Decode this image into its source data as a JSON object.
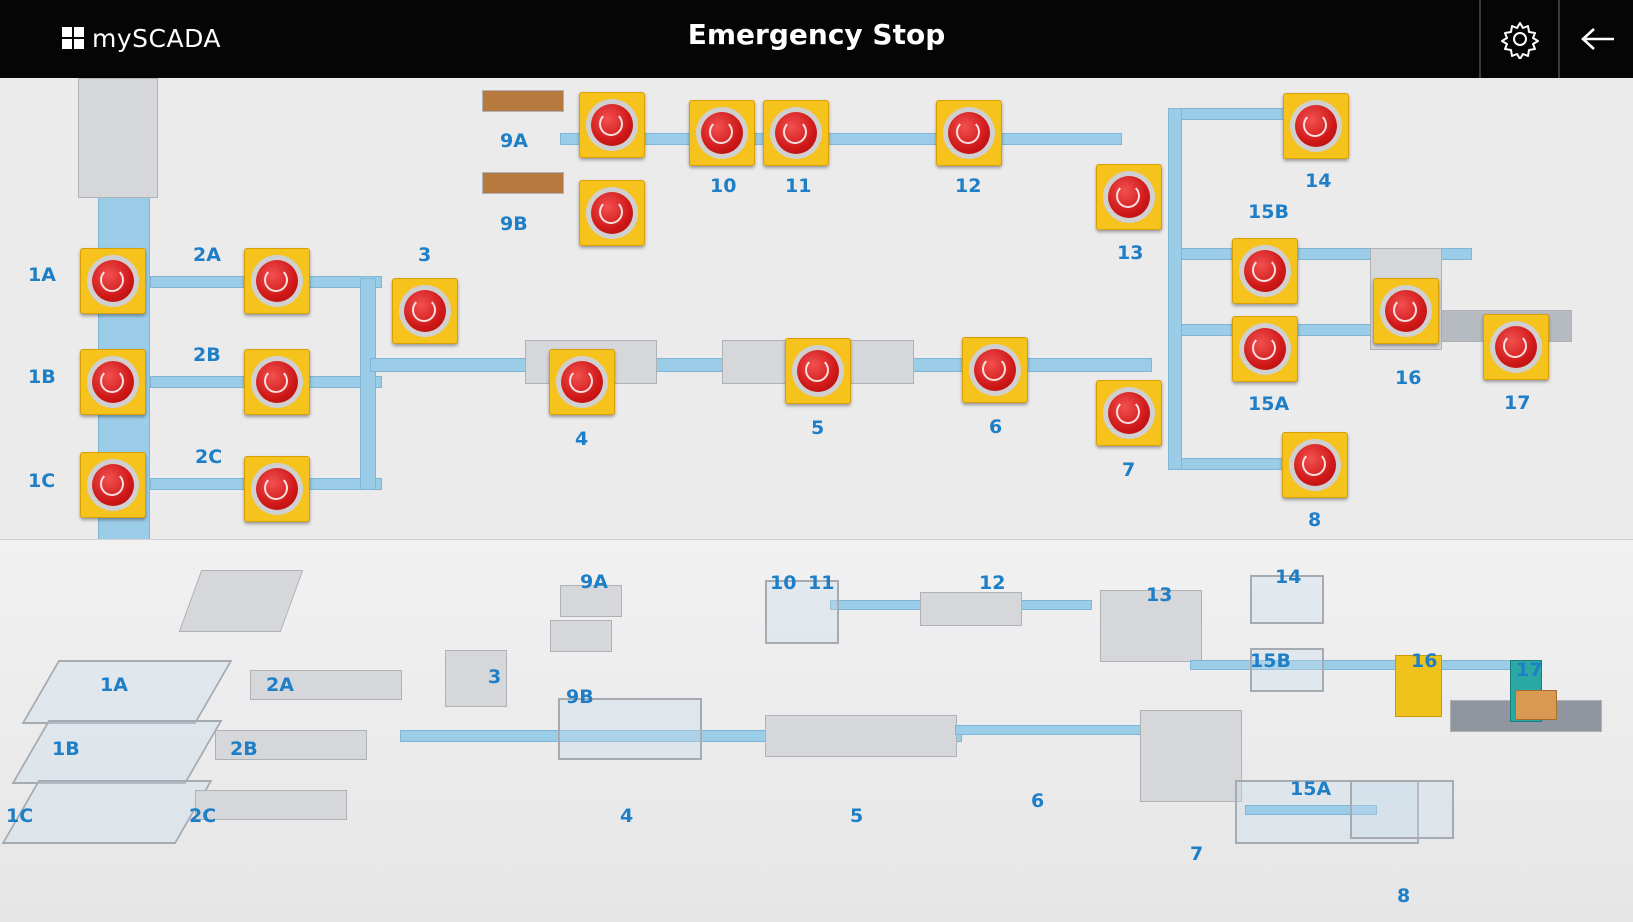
{
  "header": {
    "brand": "mySCADA",
    "title": "Emergency Stop",
    "settings_icon": "gear-icon",
    "back_icon": "arrow-left-icon"
  },
  "colors": {
    "header_bg": "#050505",
    "station_yellow": "#f6c21c",
    "stop_red": "#d01c1c",
    "label_blue": "#1f7fc6",
    "conveyor_blue": "#9ccde8"
  },
  "emergency_stops": [
    {
      "label": "1A"
    },
    {
      "label": "1B"
    },
    {
      "label": "1C"
    },
    {
      "label": "2A"
    },
    {
      "label": "2B"
    },
    {
      "label": "2C"
    },
    {
      "label": "3"
    },
    {
      "label": "4"
    },
    {
      "label": "5"
    },
    {
      "label": "6"
    },
    {
      "label": "7"
    },
    {
      "label": "8"
    },
    {
      "label": "9A"
    },
    {
      "label": "9B"
    },
    {
      "label": "10"
    },
    {
      "label": "11"
    },
    {
      "label": "12"
    },
    {
      "label": "13"
    },
    {
      "label": "14"
    },
    {
      "label": "15A"
    },
    {
      "label": "15B"
    },
    {
      "label": "16"
    },
    {
      "label": "17"
    }
  ],
  "plant_view_labels": [
    "1A",
    "1B",
    "1C",
    "2A",
    "2B",
    "2C",
    "3",
    "4",
    "5",
    "6",
    "7",
    "8",
    "9A",
    "9B",
    "10",
    "11",
    "12",
    "13",
    "14",
    "15A",
    "15B",
    "16",
    "17"
  ]
}
